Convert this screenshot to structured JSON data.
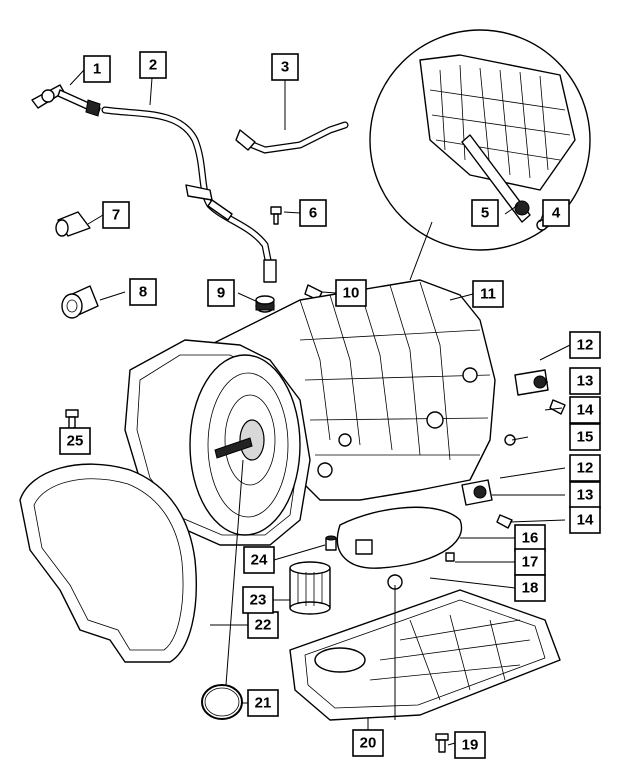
{
  "callouts": [
    {
      "id": "c1",
      "label": "1"
    },
    {
      "id": "c2",
      "label": "2"
    },
    {
      "id": "c3",
      "label": "3"
    },
    {
      "id": "c4",
      "label": "4"
    },
    {
      "id": "c5",
      "label": "5"
    },
    {
      "id": "c6",
      "label": "6"
    },
    {
      "id": "c7",
      "label": "7"
    },
    {
      "id": "c8",
      "label": "8"
    },
    {
      "id": "c9",
      "label": "9"
    },
    {
      "id": "c10",
      "label": "10"
    },
    {
      "id": "c11",
      "label": "11"
    },
    {
      "id": "c12a",
      "label": "12"
    },
    {
      "id": "c13a",
      "label": "13"
    },
    {
      "id": "c14a",
      "label": "14"
    },
    {
      "id": "c15",
      "label": "15"
    },
    {
      "id": "c12b",
      "label": "12"
    },
    {
      "id": "c13b",
      "label": "13"
    },
    {
      "id": "c14b",
      "label": "14"
    },
    {
      "id": "c16",
      "label": "16"
    },
    {
      "id": "c17",
      "label": "17"
    },
    {
      "id": "c18",
      "label": "18"
    },
    {
      "id": "c19",
      "label": "19"
    },
    {
      "id": "c20",
      "label": "20"
    },
    {
      "id": "c21",
      "label": "21"
    },
    {
      "id": "c22",
      "label": "22"
    },
    {
      "id": "c23",
      "label": "23"
    },
    {
      "id": "c24",
      "label": "24"
    },
    {
      "id": "c25",
      "label": "25"
    }
  ]
}
